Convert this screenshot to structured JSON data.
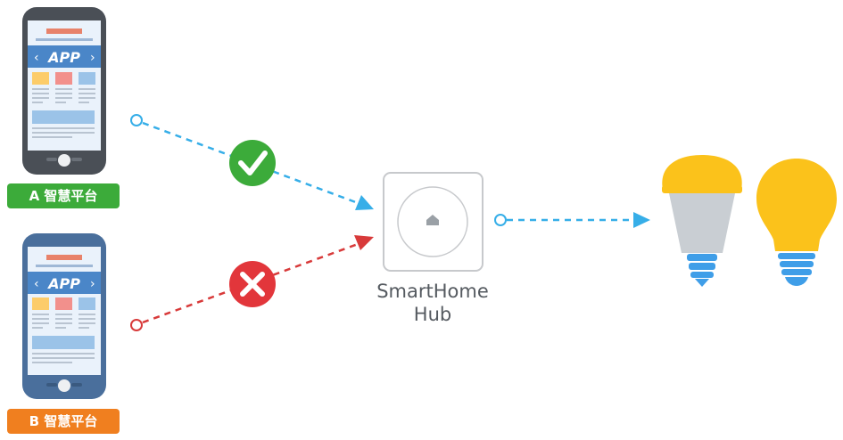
{
  "colors": {
    "phone_frame": "#4a4f56",
    "phone_blue_frame": "#4a6f9c",
    "screen_bg": "#eaf2fb",
    "screen_accent": "#e8826a",
    "screen_banner": "#4a86c8",
    "green": "#3cab3a",
    "red": "#e2363b",
    "orange": "#f07f1f",
    "dash_blue": "#36aee8",
    "dash_red": "#d83a3a",
    "bulb_yellow": "#fbc21b",
    "bulb_gray": "#c9ced3",
    "bulb_base": "#3f9ee8",
    "hub_border": "#c7c9cc",
    "hub_text": "#555a60"
  },
  "phone_a": {
    "screen_title": "APP",
    "left_arrow": "‹",
    "right_arrow": "›"
  },
  "phone_b": {
    "screen_title": "APP",
    "left_arrow": "‹",
    "right_arrow": "›"
  },
  "labels": {
    "platform_a": "A 智慧平台",
    "platform_b": "B 智慧平台",
    "hub_line1": "SmartHome",
    "hub_line2": "Hub"
  },
  "icons": {
    "allowed": "check-circle-icon",
    "denied": "x-circle-icon",
    "hub": "home-icon",
    "bulb_led": "led-bulb-icon",
    "bulb_classic": "light-bulb-icon"
  }
}
